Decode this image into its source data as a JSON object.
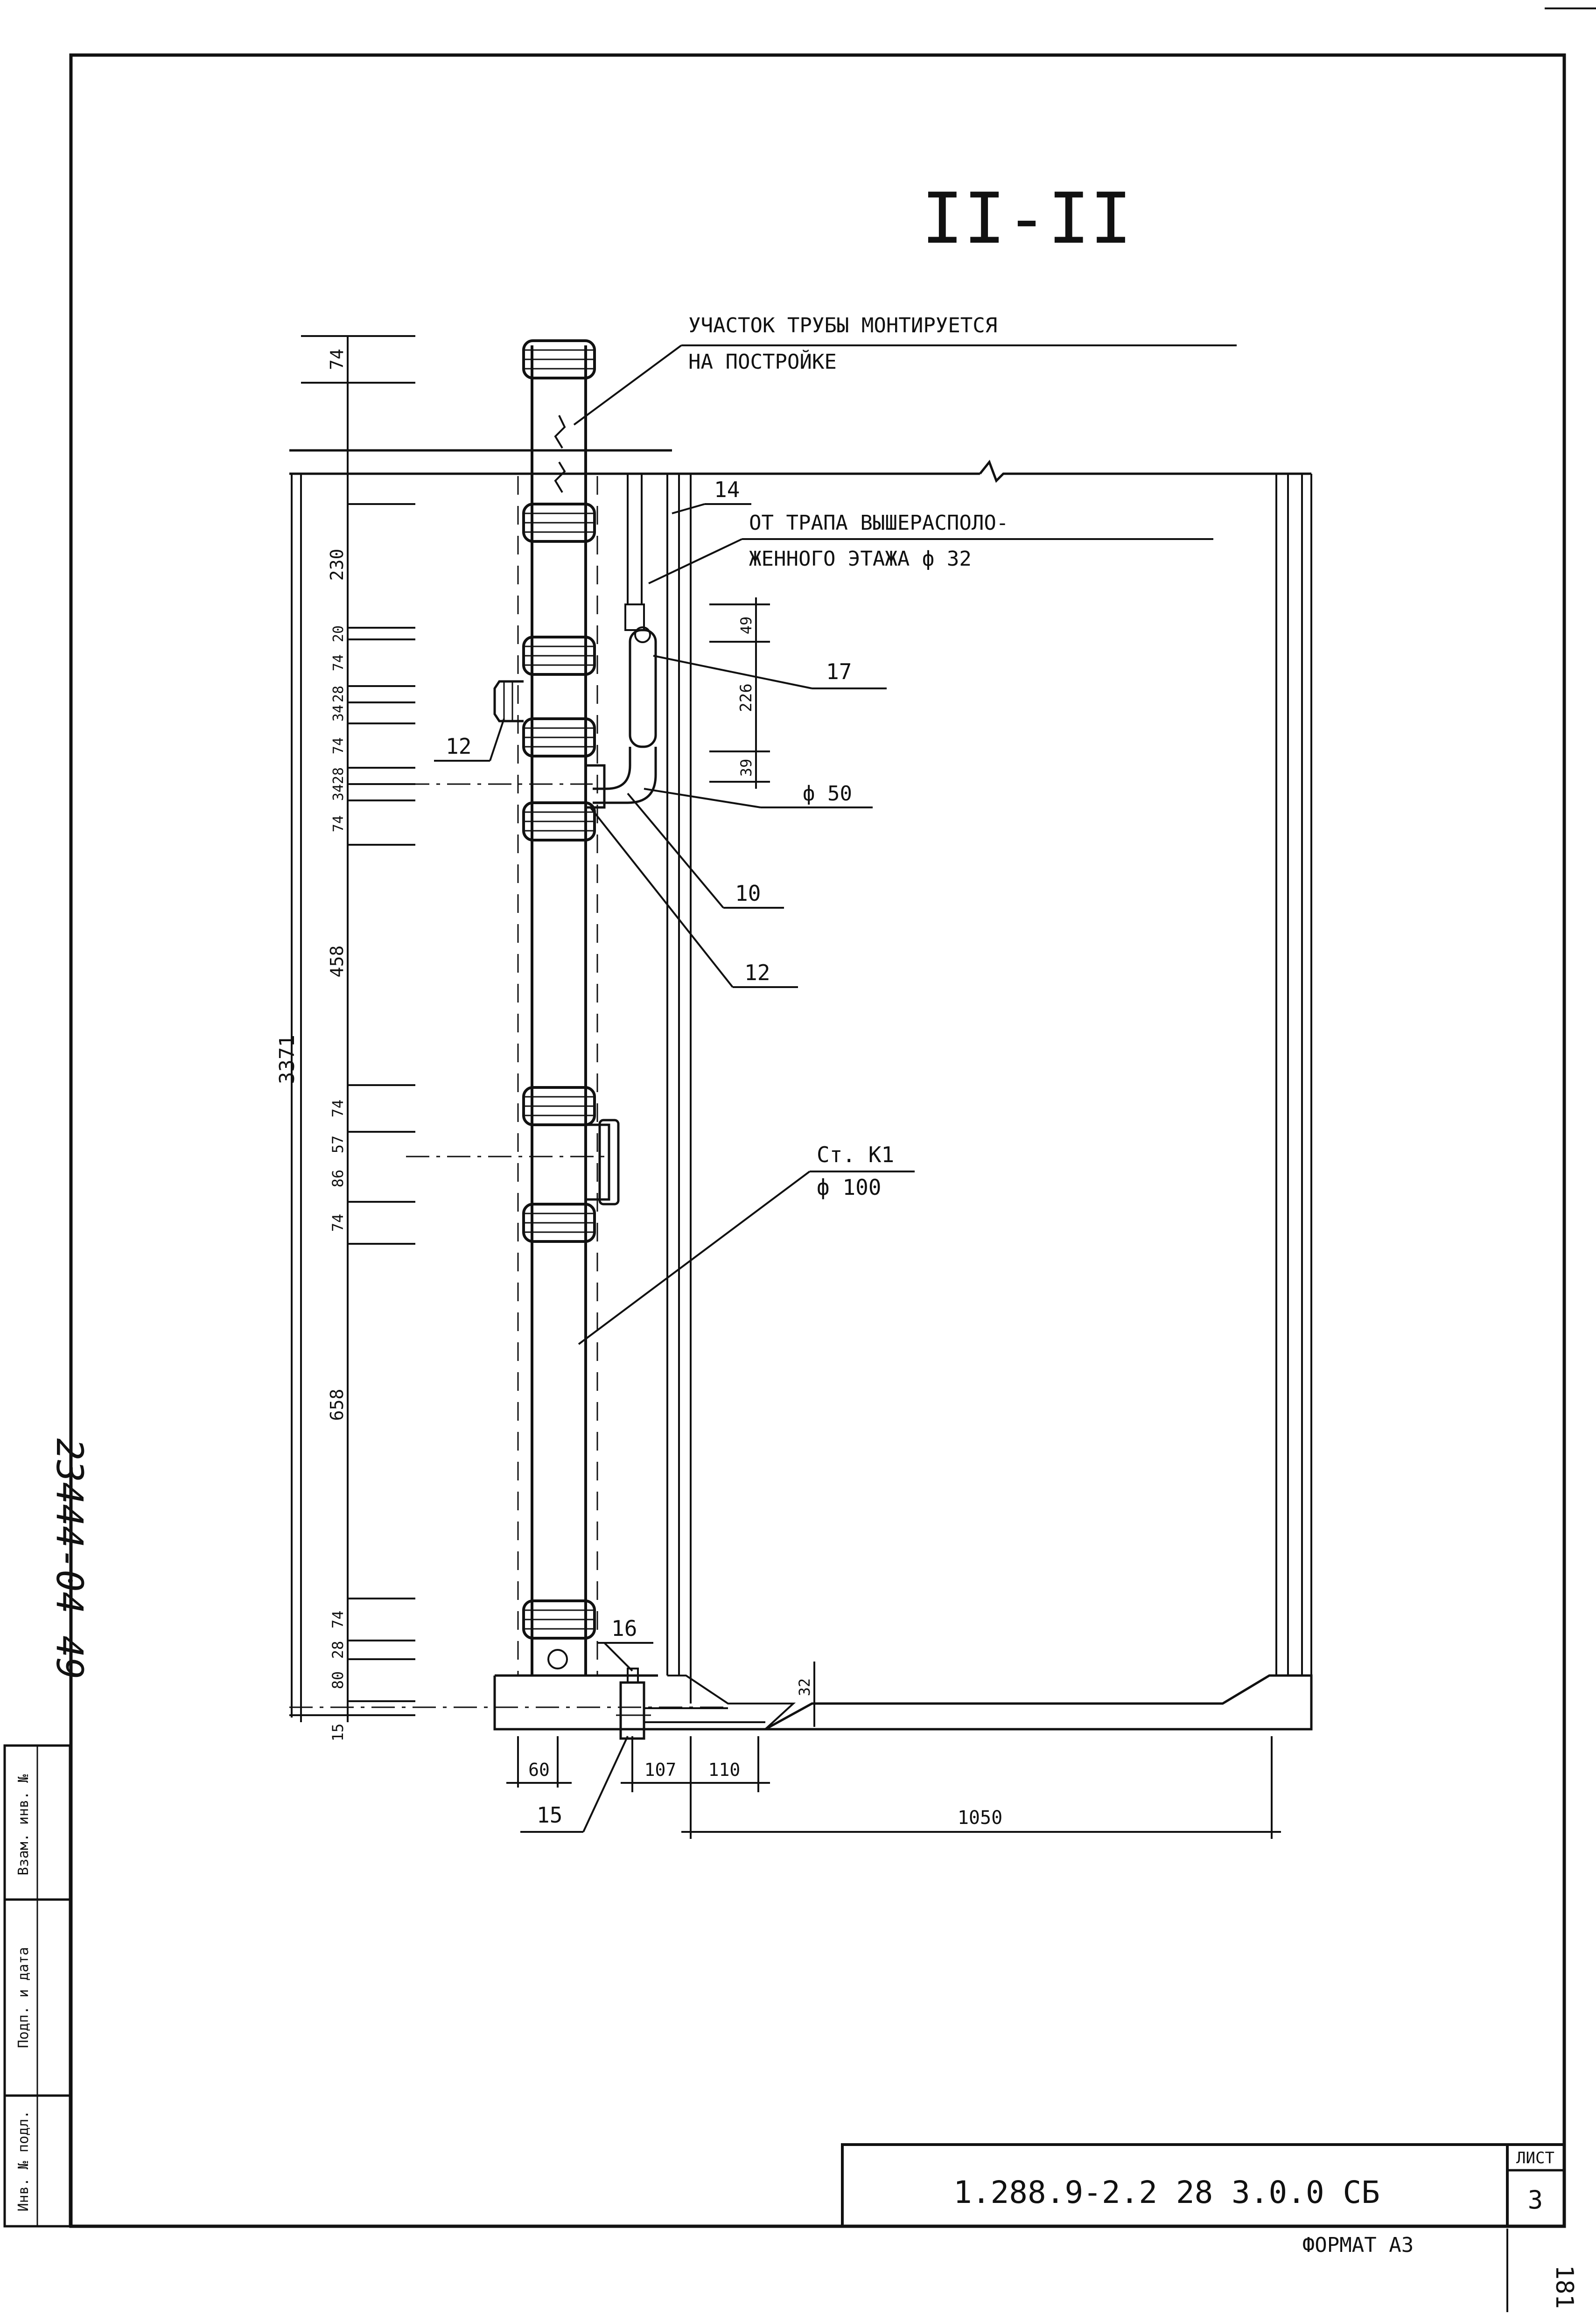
{
  "section_title": "II-II",
  "notes": {
    "pipe_site_1": "УЧАСТОК  ТРУБЫ  МОНТИРУЕТСЯ",
    "pipe_site_2": "НА  ПОСТРОЙКЕ",
    "drain_1": "ОТ  ТРАПА  ВЫШЕРАСПОЛО-",
    "drain_2": "ЖЕННОГО  ЭТАЖА  ф 32",
    "riser_1": "Ст. К1",
    "riser_2": "ф 100",
    "dia_50": "ф 50"
  },
  "callouts": {
    "c14": "14",
    "c17": "17",
    "c12a": "12",
    "c10": "10",
    "c12b": "12",
    "c16": "16",
    "c15": "15"
  },
  "dims": {
    "overall": "3371",
    "top": "74",
    "v230": "230",
    "v20": "20",
    "v74a": "74",
    "v28a": "28",
    "v34a": "34",
    "v74b": "74",
    "v34b": "34",
    "v28b": "28",
    "v74c": "74",
    "v458": "458",
    "v74d": "74",
    "v57": "57",
    "v86": "86",
    "v74e": "74",
    "v658": "658",
    "v74f": "74",
    "v28c": "28",
    "v80": "80",
    "v15": "15",
    "right_49": "49",
    "right_226": "226",
    "right_39": "39",
    "right_32": "32",
    "h60": "60",
    "h107": "107",
    "h110": "110",
    "h1050": "1050"
  },
  "title_block": {
    "designation": "1.288.9-2.2  28  3.0.0 СБ",
    "sheet_label": "ЛИСТ",
    "sheet_number": "3",
    "format": "ФОРМАТ А3",
    "side_number": "23444-04  49",
    "stamp_1": "Инв. № подл.",
    "stamp_2": "Подп. и дата",
    "stamp_3": "Взам. инв. №",
    "page_mark": "181"
  }
}
